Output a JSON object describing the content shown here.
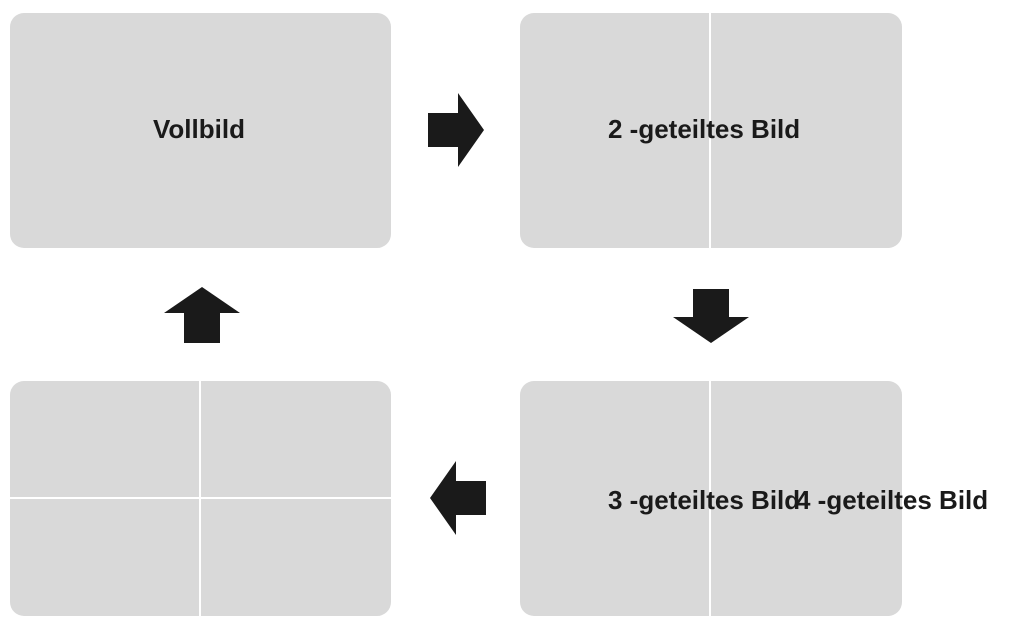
{
  "diagram": {
    "panels": {
      "full": {
        "label": "Vollbild"
      },
      "split2": {
        "label": "2 -geteiltes Bild"
      },
      "split3": {
        "label": "3 -geteiltes Bild"
      },
      "split4": {
        "label": "4 -geteiltes Bild"
      }
    },
    "colors": {
      "panel": "#d9d9d9",
      "divider": "#ffffff",
      "arrow": "#1a1a1a",
      "text": "#1a1a1a"
    },
    "arrows": [
      "arrow-right-icon",
      "arrow-down-icon",
      "arrow-left-icon",
      "arrow-up-icon"
    ]
  }
}
